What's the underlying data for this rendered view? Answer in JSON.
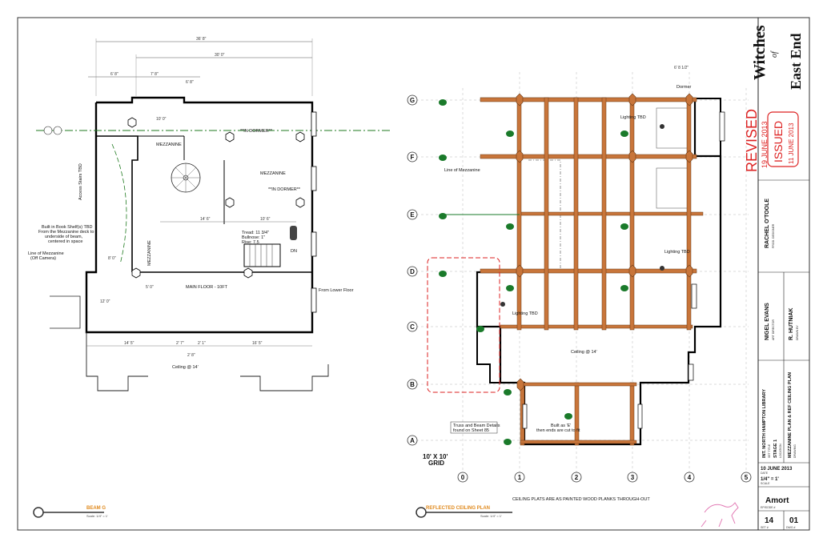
{
  "left_plan": {
    "dims": {
      "overall": "36' 8\"",
      "inner": "30' 0\"",
      "a": "6' 8\"",
      "b": "7' 8\"",
      "c": "6' 8\"",
      "d": "10' 0\"",
      "e": "14' 6\"",
      "f": "10' 6\"",
      "g": "12' 0\"",
      "h": "8' 0\"",
      "i": "5' 0\"",
      "j": "14' 5\"",
      "k": "2' 7\"",
      "l": "2' 1\"",
      "m": "16' 5\"",
      "n": "2' 8\""
    },
    "labels": {
      "mezz1": "MEZZANINE",
      "mezz2": "MEZZANINE",
      "mezz3": "MEZZANINE",
      "dormer1": "**IN DORMER**",
      "dormer2": "**IN DORMER**",
      "main_floor": "MAIN FLOOR - 10FT",
      "stair_note": "Tread: 11 3/4\"\nBullnose: 1\"\nRise: 7.5",
      "dn": "DN",
      "book_shelf": "Built in Book Shelf(s) TBD\nFrom the Mezzanine deck to\nunderside of beam,\ncentered in space",
      "line_mezz": "Line of Mezzanine\n(Off Camera)",
      "access_stairs": "Access Stairs TBD",
      "from_lower": "From Lower Floor",
      "ceiling": "Ceiling @ 14'"
    },
    "caption": {
      "title": "BEAM G",
      "scale": "Scale: 1/4\" = 1'"
    }
  },
  "right_plan": {
    "rows": [
      "G",
      "F",
      "E",
      "D",
      "C",
      "B",
      "A"
    ],
    "cols": [
      "0",
      "1",
      "2",
      "3",
      "4",
      "5"
    ],
    "dims": {
      "a": "6' 8 1/2\""
    },
    "labels": {
      "dormer": "Dormer",
      "lighting1": "Lighting TBD",
      "lighting2": "Lighting TBD",
      "lighting3": "Lighting TBD",
      "line_mezz": "Line of Mezzanine",
      "ceiling": "Ceiling @ 14'",
      "truss": "Truss and Beam Details\nfound on Sheet 85",
      "built": "Built as 'E'\nthen ends are cut to fit",
      "grid": "10' X 10'\nGRID",
      "note": "CEILING PLATS ARE AS PAINTED WOOD PLANKS THROUGH-OUT"
    },
    "caption": {
      "title": "REFLECTED CEILING PLAN",
      "scale": "Scale: 1/4\" = 1'"
    }
  },
  "title_block": {
    "logo": {
      "line1": "Witches",
      "line2": "of",
      "line3": "East End"
    },
    "revised": "REVISED",
    "revised_date": "19 JUNE 2013",
    "issued": "ISSUED",
    "issued_date": "11 JUNE 2013",
    "designer": "RACHEL O'TOOLE",
    "designer_role": "PROD. DESIGNER",
    "art_director": "NIGEL EVANS",
    "art_director_role": "ART DIRECTOR",
    "drafter": "R. HUTNIAK",
    "drafter_role": "DRAWN BY",
    "set_name": "INT. NORTH HAMPTON LIBRARY",
    "set_sub": "SET TITLE",
    "stage": "STAGE 1",
    "stage_sub": "LOCATION",
    "drawing": "MEZZANINE PLAN & REF CEILING PLAN",
    "drawing_sub": "DRAWING",
    "date": "10 JUNE 2013",
    "date_label": "DATE",
    "scale": "1/4\" = 1'",
    "scale_label": "SCALE",
    "episode": "Amort",
    "episode_label": "EPISODE #",
    "set_no": "14",
    "set_no_label": "SET #",
    "dwg_no": "01",
    "dwg_no_label": "DWG #"
  }
}
